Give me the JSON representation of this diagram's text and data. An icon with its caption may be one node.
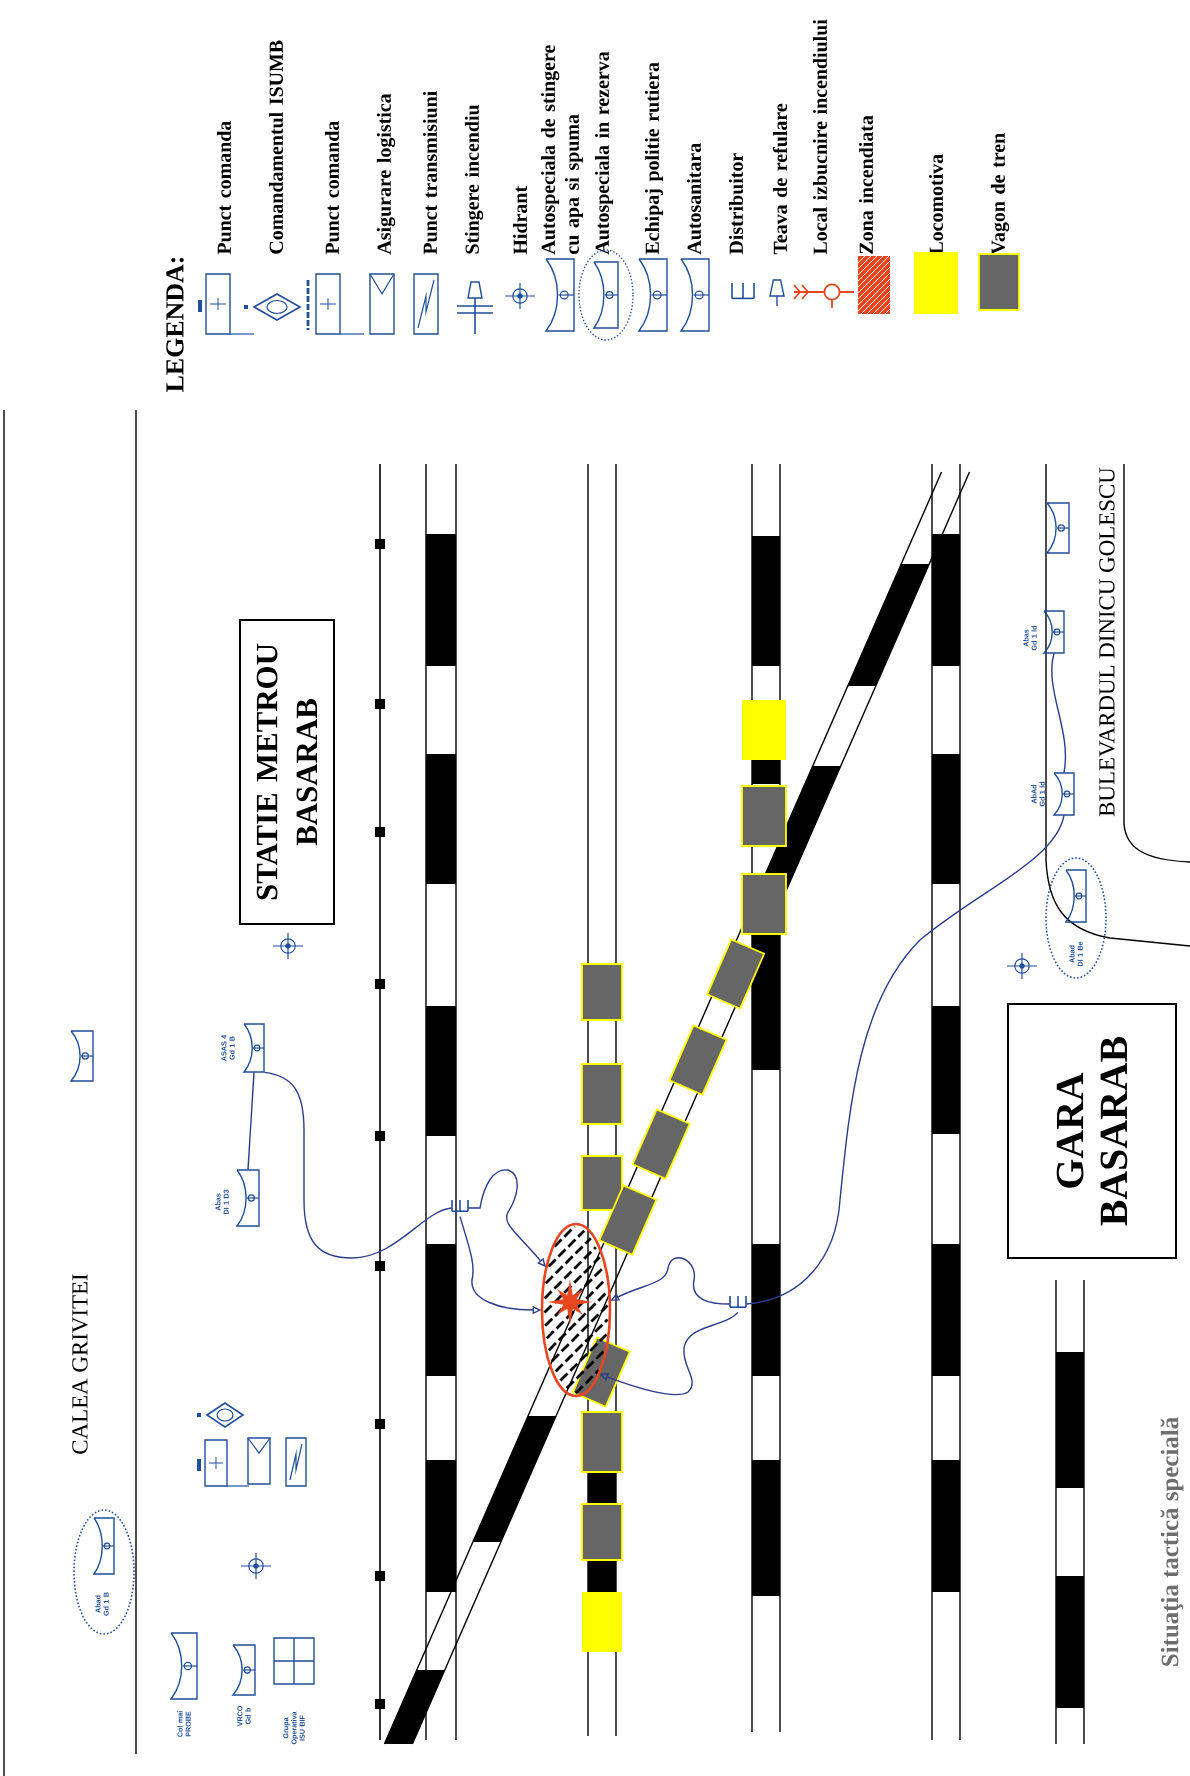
{
  "diagram": {
    "nodes": [
      {
        "text": [
          "STATIE METROU BASARAB"
        ]
      },
      {
        "text": [
          "GARA BASARAB"
        ]
      },
      {
        "text": [],
        "shape": "box",
        "beside": [
          "ASAS 4 Gd 1 B"
        ]
      },
      {
        "text": [],
        "shape": "box",
        "beside": [
          "Abas DI 1 D3"
        ]
      },
      {
        "text": [],
        "shape": "picture"
      },
      {
        "text": [],
        "shape": "cloud"
      },
      {
        "text": [],
        "shape": "box",
        "beside": [
          "Abas Gd 1 ld"
        ]
      },
      {
        "text": [],
        "shape": "box",
        "beside": [
          "AbAd Gd 1 ld"
        ]
      },
      {
        "text": [],
        "shape": "picture"
      },
      {
        "text": [],
        "shape": "box"
      },
      {
        "text": [
          "Abad DI 1 Be"
        ]
      },
      {
        "text": [],
        "shape": "box",
        "in": 10
      },
      {
        "text": [
          "Abad Gd 1 B"
        ]
      },
      {
        "text": [],
        "shape": "box",
        "in": 12
      },
      {
        "text": [],
        "shape": "box"
      },
      {
        "text": [],
        "shape": "box",
        "beside": [
          "Col mai PROBE"
        ]
      },
      {
        "text": [],
        "shape": "box",
        "beside": [
          "VRCO Gd b"
        ]
      }
    ],
    "edges": [
      {
        "from": 2,
        "to": 3,
        "arrow": "none"
      },
      {
        "from": 2,
        "to": 4,
        "arrow": "none"
      },
      {
        "from": 4,
        "to": 5,
        "arrow": "to"
      },
      {
        "from": 4,
        "to": 5,
        "arrow": "to"
      },
      {
        "from": 6,
        "to": 7,
        "arrow": "none"
      },
      {
        "from": 7,
        "to": 8,
        "arrow": "none"
      },
      {
        "from": 8,
        "to": 5,
        "arrow": "to"
      },
      {
        "from": 8,
        "to": 5,
        "arrow": "to"
      }
    ],
    "labels": [
      "LEGENDA:",
      "CALEA GRIVITEI",
      "BULEVARDUL DINICU GOLESCU",
      "Grupa Operativa ISU BIF",
      "Situaţia tactică specială"
    ],
    "legend": [
      {
        "text": "Punct comanda"
      },
      {
        "text": "Comandamentul ISUMB"
      },
      {
        "text": "Punct comanda"
      },
      {
        "text": "Asigurare logistica"
      },
      {
        "text": "Punct transmisiuni"
      },
      {
        "text": "Stingere incendiu"
      },
      {
        "text": "Hidrant"
      },
      {
        "text": "Autospeciala de stingere cu apa si spuma"
      },
      {
        "text": "Autospeciala in rezerva"
      },
      {
        "text": "Echipaj politie rutiera"
      },
      {
        "text": "Autosanitara"
      },
      {
        "text": "Distribuitor"
      },
      {
        "text": "Teava de refulare"
      },
      {
        "text": "Local izbucnire incendiului"
      },
      {
        "text": "Zona incendiata"
      },
      {
        "text": "Locomotiva",
        "color": "#ffff00"
      },
      {
        "text": "Vagon de tren",
        "color": "#666666"
      }
    ]
  }
}
